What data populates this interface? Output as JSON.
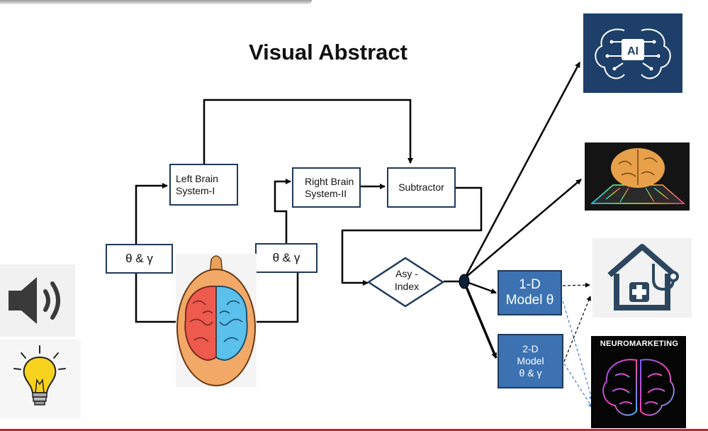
{
  "title": "Visual Abstract",
  "blocks": {
    "left_brain": [
      "Left Brain",
      "System-I"
    ],
    "right_brain": [
      "Right Brain",
      "System-II"
    ],
    "subtractor": "Subtractor",
    "asy_index": [
      "Asy -",
      "Index"
    ],
    "theta_gamma_left": "θ & γ",
    "theta_gamma_right": "θ & γ",
    "model_1d": [
      "1-D",
      "Model θ"
    ],
    "model_2d": [
      "2-D",
      "Model",
      "θ & γ"
    ]
  },
  "images": {
    "ai_chip_icon_text": "AI",
    "neuromarketing_label": "NEUROMARKETING"
  },
  "colors": {
    "box_border": "#1f3a5a",
    "model_fill": "#3c72b2",
    "brain_left": "#ef5a4e",
    "brain_right": "#5bc0ec",
    "ai_bg": "#1d3f6a",
    "bottom_bar": "#c0262c",
    "dashed_blue": "#4a7fc0"
  }
}
